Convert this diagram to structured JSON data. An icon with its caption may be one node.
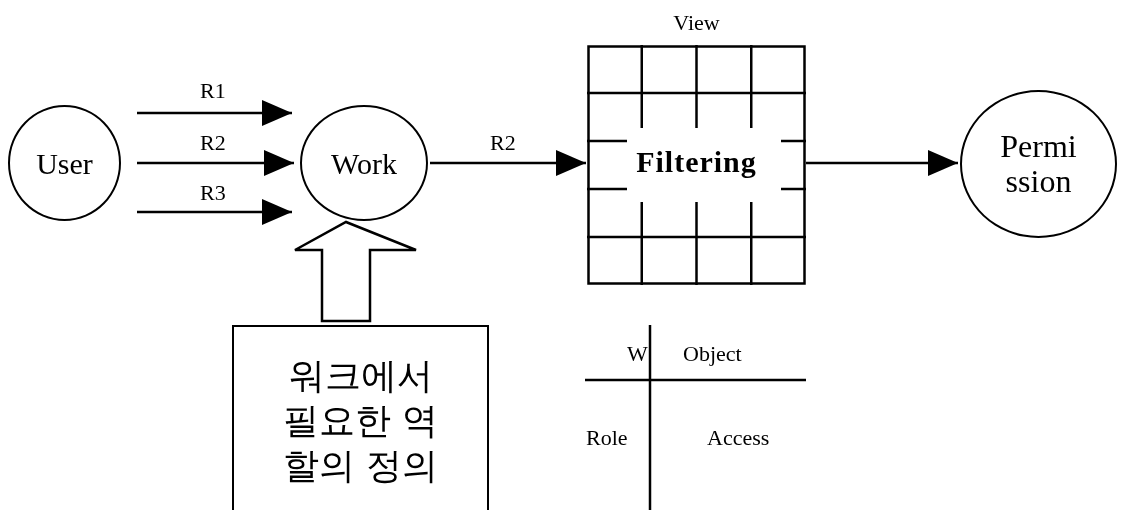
{
  "diagram": {
    "nodes": [
      {
        "text": [
          "User"
        ]
      },
      {
        "text": [
          "Work"
        ]
      },
      {
        "text": [
          "View",
          "Filtering"
        ]
      },
      {
        "text": [
          "Permi ssion"
        ]
      },
      {
        "text": [
          "워크에서 필요한 역 할의 정의"
        ]
      }
    ],
    "edges": [
      {
        "from": 0,
        "to": 1,
        "arrow": "to",
        "label": "R1"
      },
      {
        "from": 0,
        "to": 1,
        "arrow": "to",
        "label": "R2"
      },
      {
        "from": 0,
        "to": 1,
        "arrow": "to",
        "label": "R3"
      },
      {
        "from": 1,
        "to": 2,
        "arrow": "to",
        "label": "R2"
      },
      {
        "from": 2,
        "to": 3,
        "arrow": "to"
      },
      {
        "from": 4,
        "to": 1,
        "arrow": "to",
        "style": "thick"
      }
    ],
    "labels": [
      "W",
      "Object",
      "Role",
      "Access"
    ]
  }
}
